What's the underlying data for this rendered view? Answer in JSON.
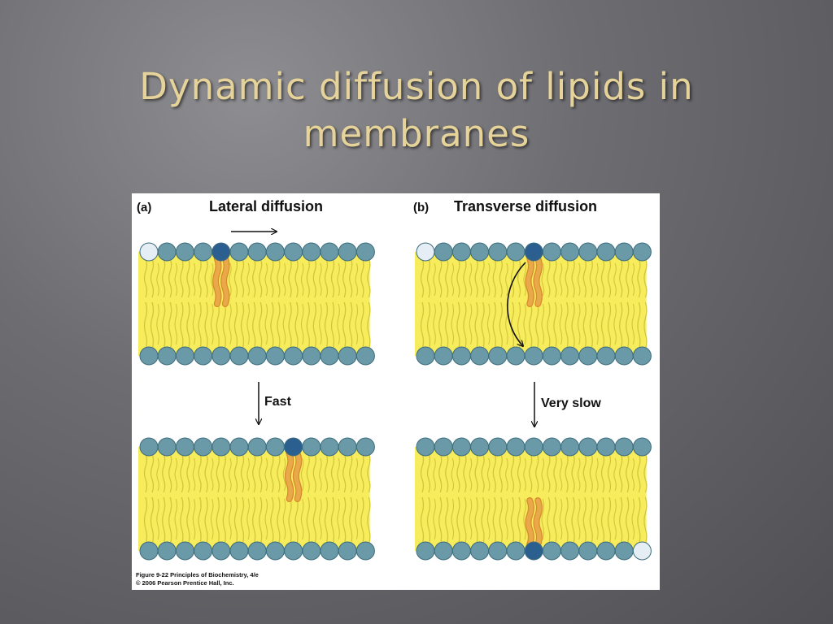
{
  "slide": {
    "title_line1": "Dynamic diffusion of lipids in",
    "title_line2": "membranes"
  },
  "figure": {
    "panel_a": {
      "letter": "(a)",
      "heading": "Lateral diffusion",
      "rate_label": "Fast"
    },
    "panel_b": {
      "letter": "(b)",
      "heading": "Transverse diffusion",
      "rate_label": "Very slow"
    },
    "credit_line1": "Figure 9-22  Principles of Biochemistry, 4/e",
    "credit_line2": "© 2006 Pearson Prentice Hall, Inc."
  },
  "colors": {
    "title": "#e6d39a",
    "headgroup": "#6a9aa8",
    "headgroup_highlight": "#2b5f8f",
    "headgroup_vacancy": "#e4eef4",
    "tail_fill": "#f6ec5c",
    "tail_stroke": "#d4c63a",
    "tracked_tail": "#e9a94a"
  },
  "icons": [
    "arrow-right-icon",
    "arrow-down-icon",
    "curved-arrow-icon"
  ]
}
